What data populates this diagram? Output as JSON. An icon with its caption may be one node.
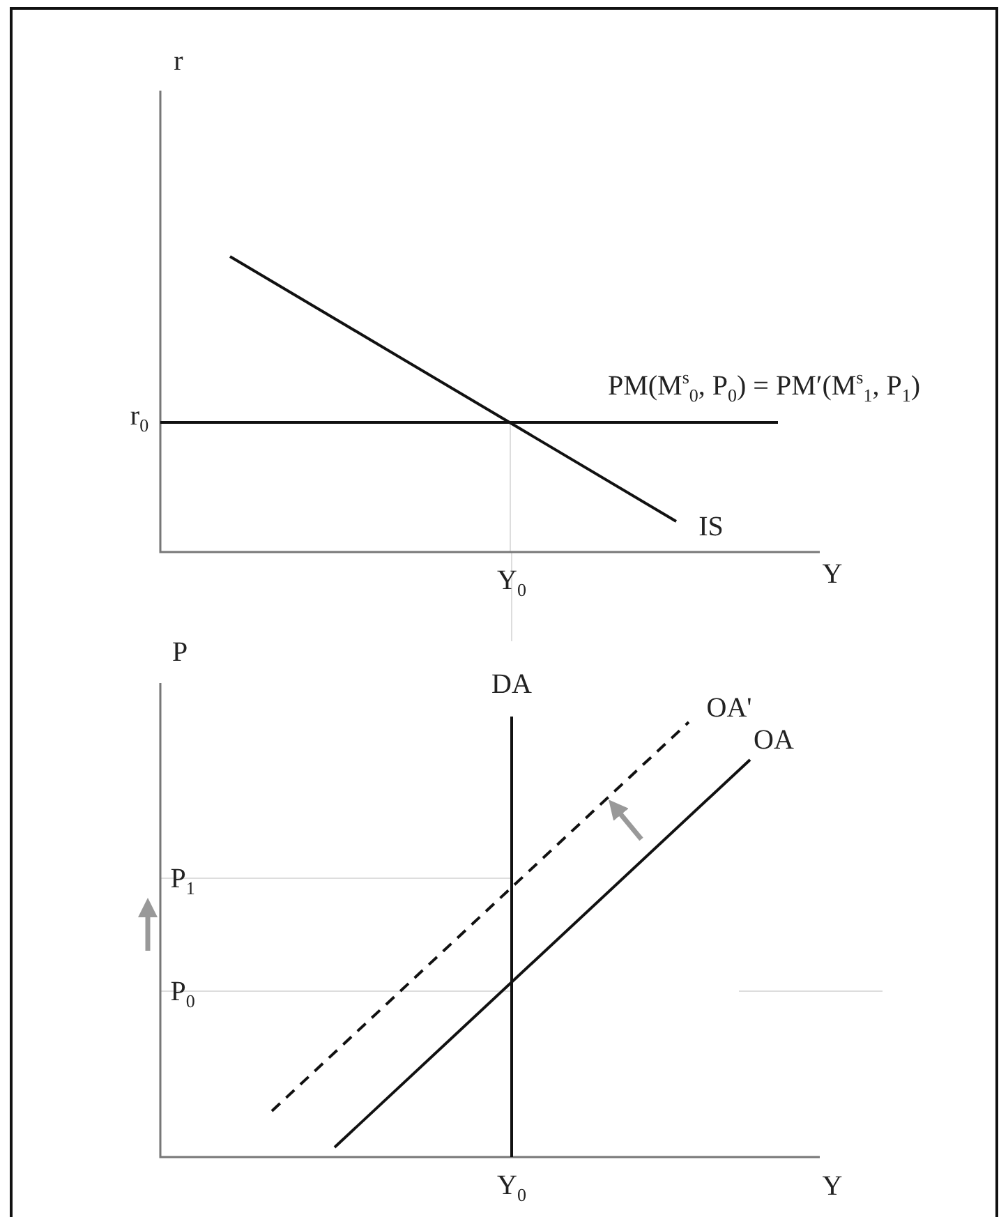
{
  "diagram": {
    "labels": [
      "r",
      "r$_{0}$",
      "PM(M$^{s}$$_{0}$, P$_{0}$) = PM′(M$^{s}$$_{1}$, P$_{1}$)",
      "IS",
      "Y$_{0}$",
      "Y",
      "P",
      "DA",
      "OA'",
      "OA",
      "P$_{1}$",
      "P$_{0}$",
      "Y$_{0}$",
      "Y"
    ]
  }
}
